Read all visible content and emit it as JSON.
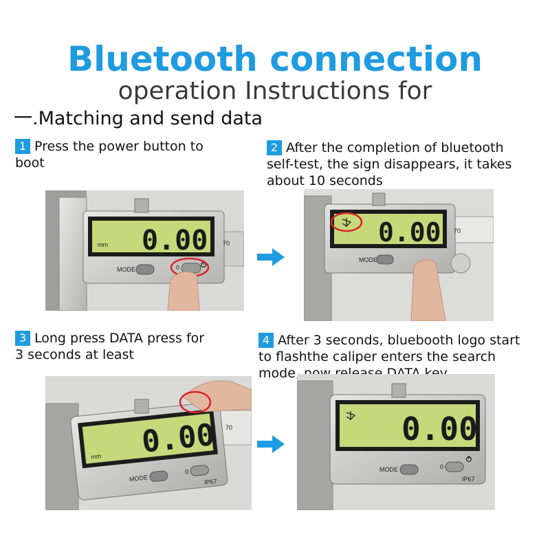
{
  "title": "Bluetooth connection",
  "subtitle": "operation Instructions for",
  "section_heading": "一.Matching and send data",
  "steps": [
    {
      "num": "1",
      "text": "Press the power button to\nboot"
    },
    {
      "num": "2",
      "text": "After the completion of bluetooth\nself-test, the sign disappears, it takes\nabout 10 seconds"
    },
    {
      "num": "3",
      "text": "Long press DATA press for\n3 seconds at least"
    },
    {
      "num": "4",
      "text": "After 3 seconds,  bluebooth logo start\n to flashthe caliper enters the search\n mode, now release DATA key."
    }
  ],
  "display": {
    "reading": "0.00",
    "unit": "mm",
    "mode_label": "MODE",
    "zero_label": "0",
    "ip_label": "IP67",
    "scale_mark": "70"
  },
  "colors": {
    "accent": "#1f9be0",
    "lcd": "#c7d87a",
    "highlight_ring": "#d9232a",
    "arrow": "#1f9be0"
  },
  "icons": [
    "arrow-right-icon",
    "power-icon",
    "bluetooth-icon"
  ]
}
